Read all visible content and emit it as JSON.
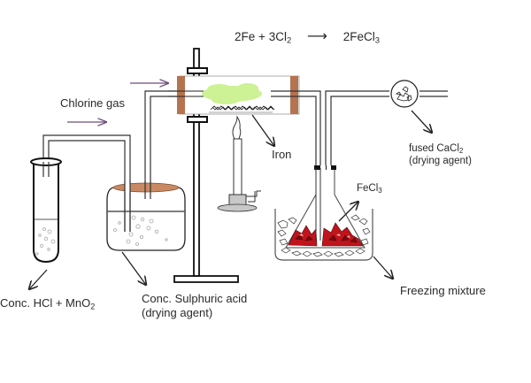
{
  "title": "Laboratory preparation of anhydrous ferric chloride (FeCl3)",
  "equation": {
    "reactants": [
      {
        "coef": "2",
        "formula": "Fe",
        "sub": ""
      },
      {
        "coef": "3",
        "formula": "Cl",
        "sub": "2"
      }
    ],
    "plus": "+",
    "arrow": "⟶",
    "product": {
      "coef": "2",
      "formula": "FeCl",
      "sub": "3"
    }
  },
  "labels": {
    "chlorine_gas": "Chlorine gas",
    "generator_main": "Conc. HCl + MnO",
    "generator_sub": "2",
    "drying_bottle_line1": "Conc. Sulphuric acid",
    "drying_bottle_line2": "(drying agent)",
    "iron": "Iron",
    "fecl3_main": "FeCl",
    "fecl3_sub": "3",
    "cacl2_line1_main": "fused CaCl",
    "cacl2_line1_sub": "2",
    "cacl2_line2": "(drying agent)",
    "freezing_mixture": "Freezing mixture"
  },
  "colors": {
    "line": "#1a1a1a",
    "cork": "#b5734f",
    "iron_glow": "#c8f08a",
    "fecl3": "#c0141c",
    "fecl3_dark": "#7a0a10",
    "arrow_gas": "#6e4b7a",
    "liquid_bubbles": "#b0b0b0"
  }
}
